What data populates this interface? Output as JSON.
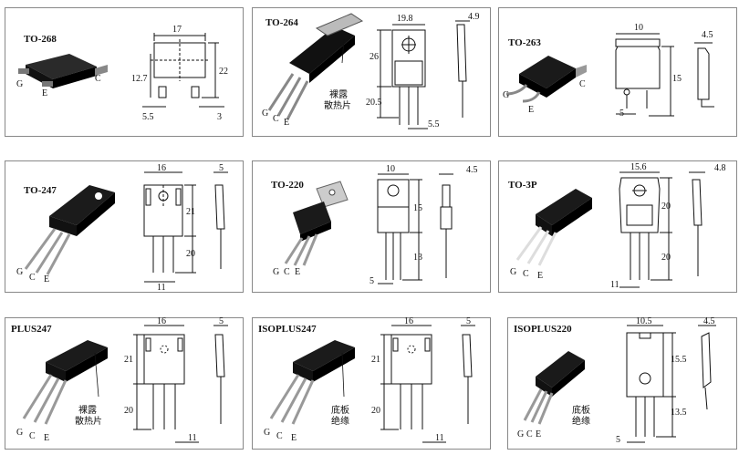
{
  "panels": [
    {
      "id": "to268",
      "title": "TO-268",
      "pins": [
        "G",
        "E",
        "C"
      ],
      "dims": [
        "17",
        "12.7",
        "22",
        "5.5",
        "3"
      ]
    },
    {
      "id": "to264",
      "title": "TO-264",
      "pins": [
        "G",
        "C",
        "E"
      ],
      "note": [
        "裸露",
        "散热片"
      ],
      "dims": [
        "19.8",
        "4.9",
        "26",
        "20.5",
        "5.5"
      ]
    },
    {
      "id": "to263",
      "title": "TO-263",
      "pins": [
        "G",
        "E",
        "C"
      ],
      "dims": [
        "10",
        "4.5",
        "15",
        "5"
      ]
    },
    {
      "id": "to247",
      "title": "TO-247",
      "pins": [
        "G",
        "C",
        "E"
      ],
      "dims": [
        "16",
        "5",
        "21",
        "20",
        "11"
      ]
    },
    {
      "id": "to220",
      "title": "TO-220",
      "pins": [
        "G",
        "C",
        "E"
      ],
      "dims": [
        "10",
        "4.5",
        "15",
        "13",
        "5"
      ]
    },
    {
      "id": "to3p",
      "title": "TO-3P",
      "pins": [
        "G",
        "C",
        "E"
      ],
      "dims": [
        "15.6",
        "4.8",
        "20",
        "20",
        "11"
      ]
    },
    {
      "id": "plus247",
      "title": "PLUS247",
      "pins": [
        "G",
        "C",
        "E"
      ],
      "note": [
        "裸露",
        "散热片"
      ],
      "dims": [
        "16",
        "5",
        "21",
        "20",
        "11"
      ]
    },
    {
      "id": "isoplus247",
      "title": "ISOPLUS247",
      "pins": [
        "G",
        "C",
        "E"
      ],
      "note": [
        "底板",
        "绝缘"
      ],
      "dims": [
        "16",
        "5",
        "21",
        "20",
        "11"
      ]
    },
    {
      "id": "isoplus220",
      "title": "ISOPLUS220",
      "pins": [
        "G",
        "C",
        "E"
      ],
      "note": [
        "底板",
        "绝缘"
      ],
      "dims": [
        "10.5",
        "4.5",
        "15.5",
        "13.5",
        "5"
      ]
    }
  ]
}
